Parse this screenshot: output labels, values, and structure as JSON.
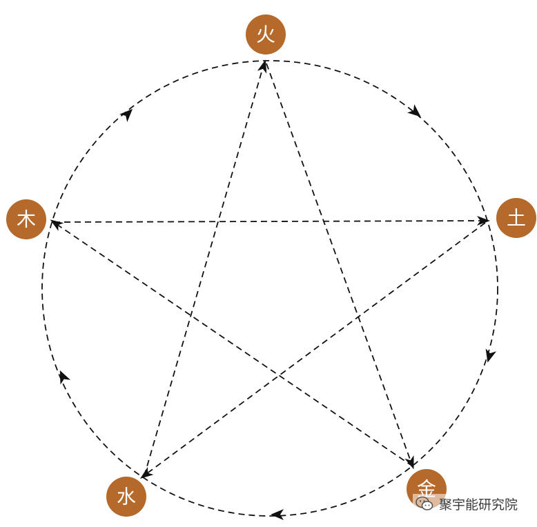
{
  "nodes": {
    "fire": {
      "label": "火"
    },
    "earth": {
      "label": "土"
    },
    "metal": {
      "label": "金"
    },
    "water": {
      "label": "水"
    },
    "wood": {
      "label": "木"
    }
  },
  "watermark": {
    "text": "聚宇能研究院",
    "icon": "wechat-icon"
  },
  "colors": {
    "node_fill": "#b5692a",
    "node_text": "#ffffff",
    "line": "#111111"
  }
}
